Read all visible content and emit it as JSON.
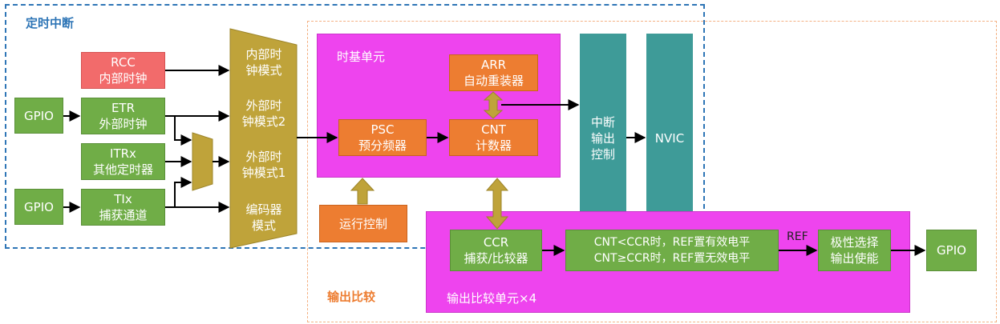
{
  "regions": {
    "timer_interrupt": "定时中断",
    "output_compare": "输出比较",
    "timebase_unit": "时基单元",
    "oc_unit": "输出比较单元×4"
  },
  "blocks": {
    "rcc": "RCC\n内部时钟",
    "gpio_top": "GPIO",
    "etr": "ETR\n外部时钟",
    "itrx": "ITRx\n其他定时器",
    "gpio_bottom": "GPIO",
    "tix": "TIx\n捕获通道",
    "psc": "PSC\n预分频器",
    "arr": "ARR\n自动重装器",
    "cnt": "CNT\n计数器",
    "run_control": "运行控制",
    "interrupt_output": "中断\n输出\n控制",
    "nvic": "NVIC",
    "ccr": "CCR\n捕获/比较器",
    "compare_rule": "CNT<CCR时，REF置有效电平\nCNT≥CCR时，REF置无效电平",
    "polarity": "极性选择\n输出使能",
    "gpio_out": "GPIO"
  },
  "modes": {
    "internal": "内部时\n钟模式",
    "external2": "外部时\n钟模式2",
    "external1": "外部时\n钟模式1",
    "encoder": "编码器\n模式"
  },
  "signals": {
    "ref": "REF"
  },
  "colors": {
    "blue_dashed": "#2e75b6",
    "orange_dashed": "#f4b183",
    "olive": "#bfa33a",
    "magenta": "#ee44ee",
    "teal": "#3e9b98"
  }
}
